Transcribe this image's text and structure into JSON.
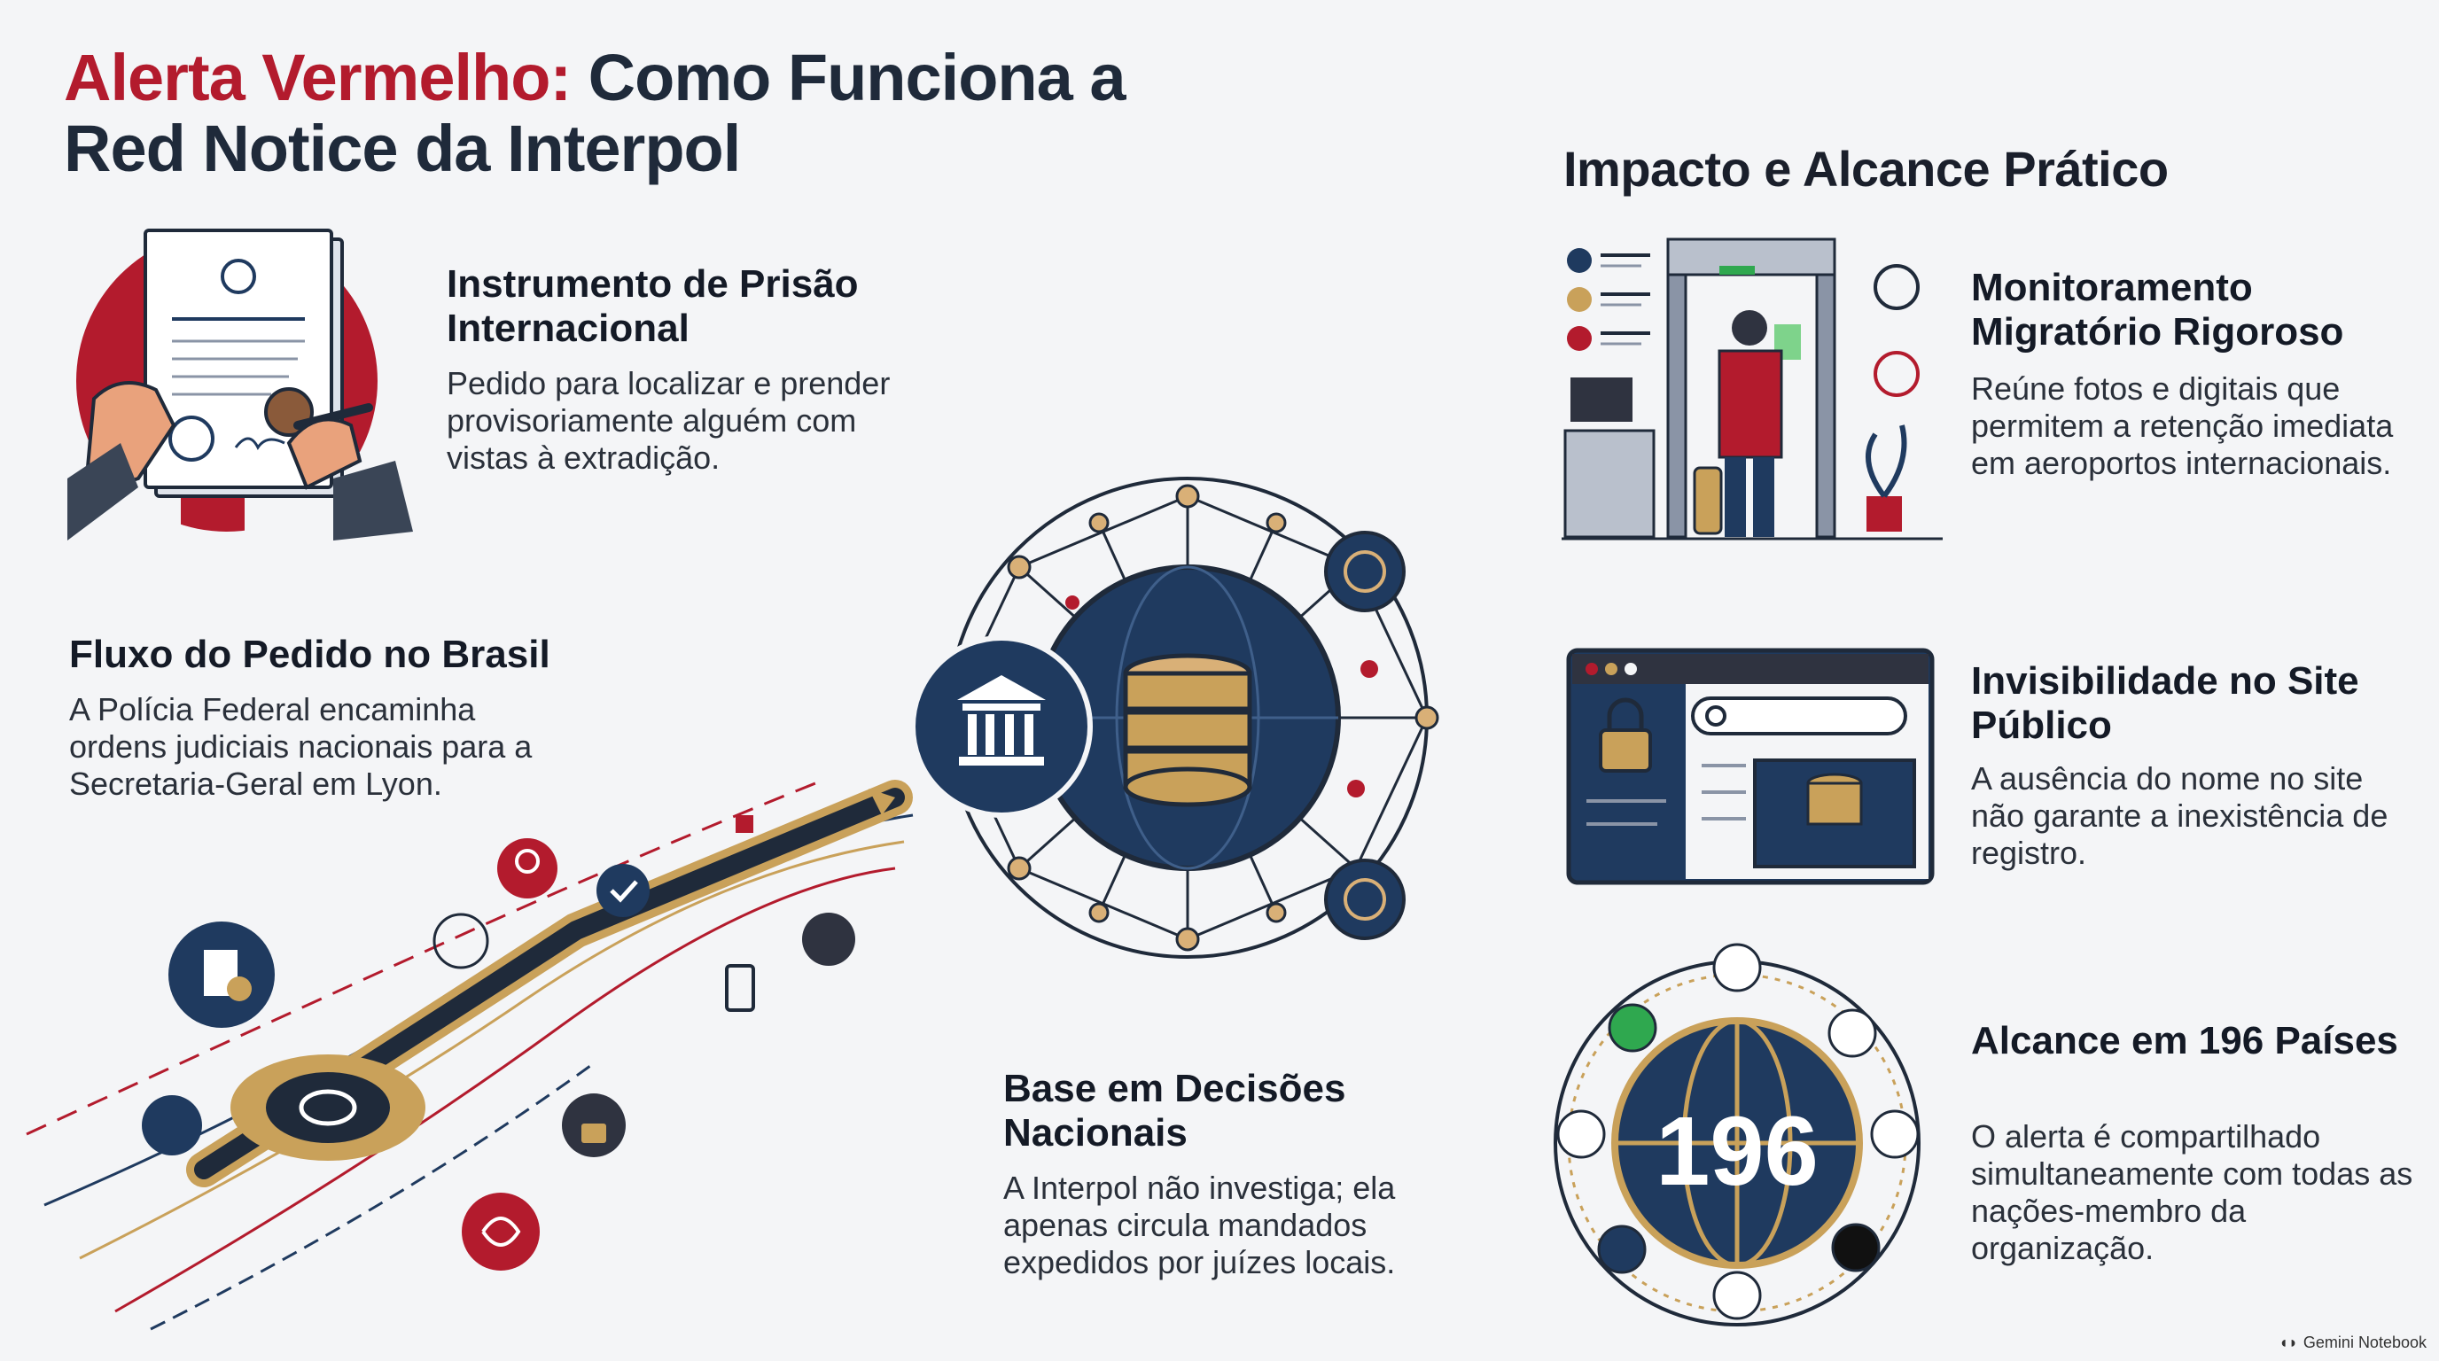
{
  "title": {
    "highlight": "Alerta Vermelho:",
    "rest": "Como Funciona a",
    "line2": "Red Notice da Interpol"
  },
  "right_header": "Impacto e Alcance Prático",
  "sections": {
    "instrument": {
      "heading": "Instrumento de Prisão Internacional",
      "text": "Pedido para localizar e prender provisoriamente alguém com vistas à extradição.",
      "icon": "signing-document-icon"
    },
    "flow": {
      "heading": "Fluxo do Pedido no Brasil",
      "text": "A Polícia Federal encaminha ordens judiciais nacionais para a Secretaria-Geral em Lyon."
    },
    "base": {
      "heading": "Base em Decisões Nacionais",
      "text": "A Interpol não investiga; ela apenas circula mandados expedidos por juízes locais."
    },
    "monitoring": {
      "heading": "Monitoramento Migratório Rigoroso",
      "text": "Reúne fotos e digitais que permitem a retenção imediata em aeroportos internacionais.",
      "icon": "airport-security-scanner-icon"
    },
    "invisibility": {
      "heading": "Invisibilidade no Site Público",
      "text": "A ausência do nome no site não garante a inexistência de registro.",
      "icon": "locked-website-database-icon"
    },
    "reach": {
      "heading": "Alcance em 196 Países",
      "text": "O alerta é compartilhado simultaneamente com todas as nações-membro da organização.",
      "globe_number": "196",
      "icon": "globe-with-flags-icon"
    }
  },
  "footer": "Gemini Notebook",
  "colors": {
    "red": "#b31b2d",
    "navy": "#1f3a5f",
    "gold": "#c9a15a",
    "dark": "#1f2a3a"
  }
}
